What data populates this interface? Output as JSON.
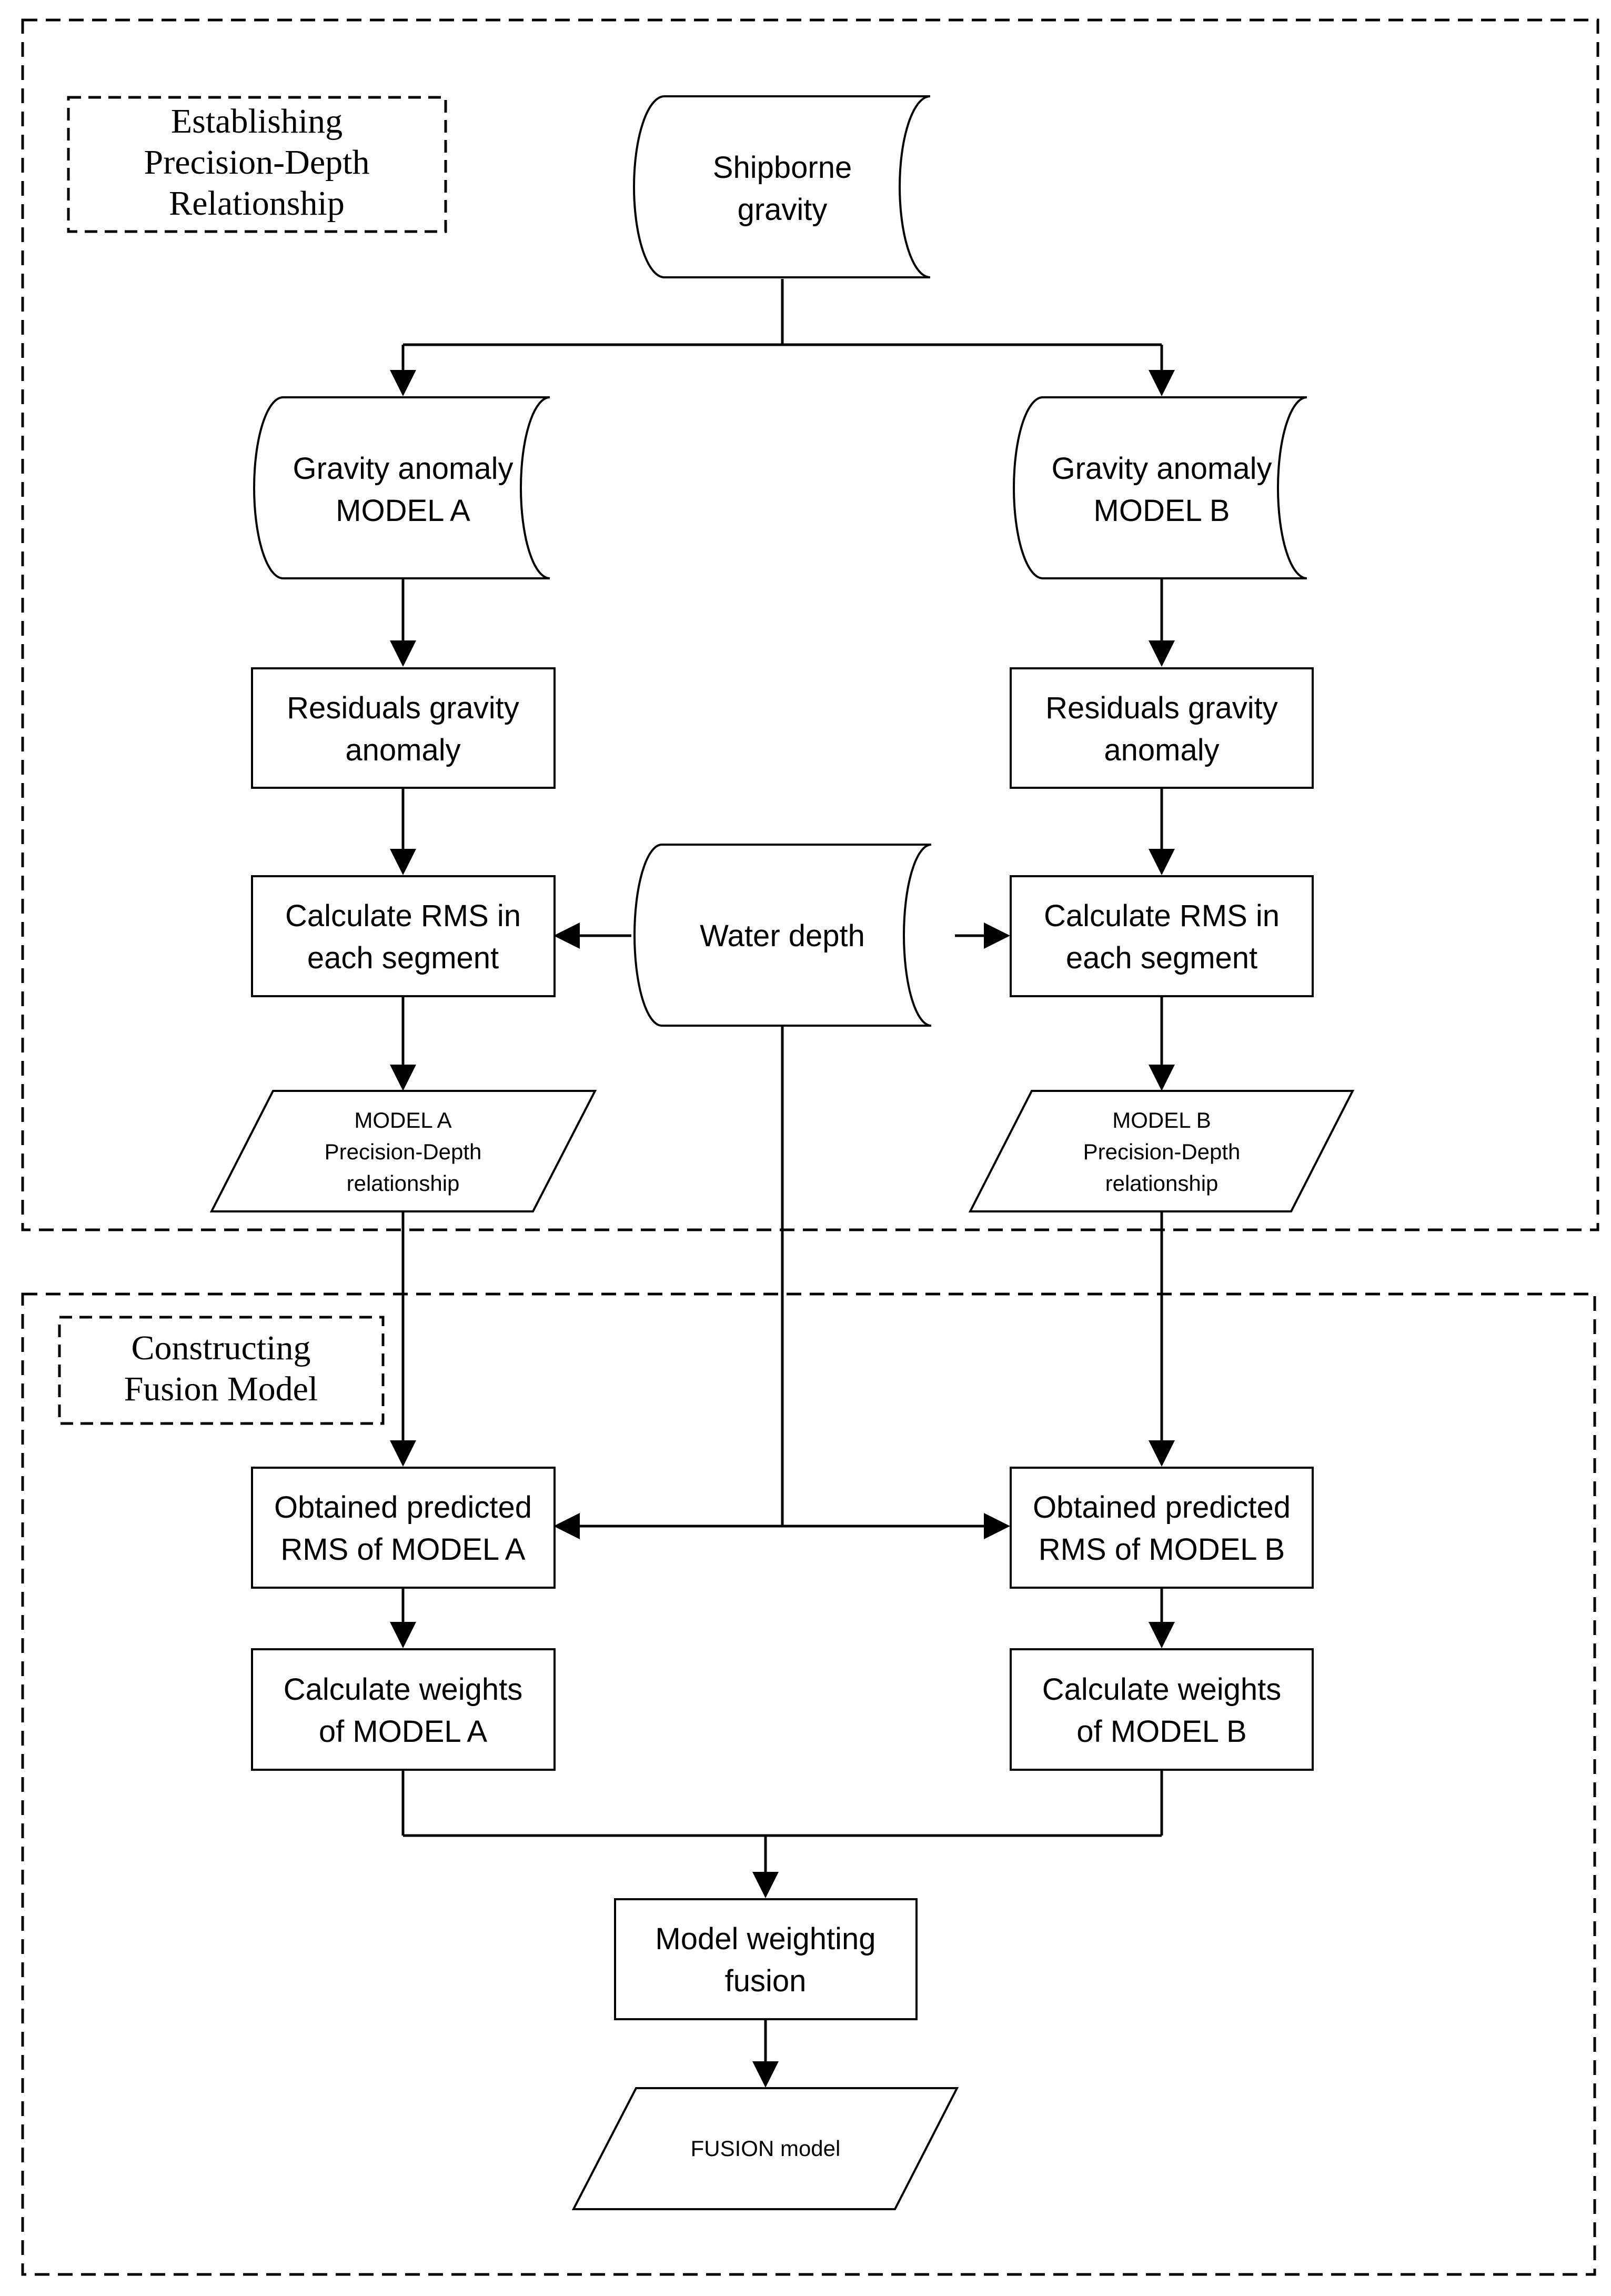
{
  "sections": {
    "establishing": [
      "Establishing",
      "Precision-Depth",
      "Relationship"
    ],
    "constructing": [
      "Constructing",
      "Fusion Model"
    ]
  },
  "nodes": {
    "shipborne": [
      "Shipborne",
      "gravity"
    ],
    "model_a": [
      "Gravity anomaly",
      "MODEL A"
    ],
    "model_b": [
      "Gravity anomaly",
      "MODEL B"
    ],
    "residual_a": [
      "Residuals gravity",
      "anomaly"
    ],
    "residual_b": [
      "Residuals gravity",
      "anomaly"
    ],
    "rms_a": [
      "Calculate RMS in",
      "each segment"
    ],
    "rms_b": [
      "Calculate RMS in",
      "each segment"
    ],
    "water_depth": [
      "Water depth"
    ],
    "pd_a": [
      "MODEL A",
      "Precision-Depth",
      "relationship"
    ],
    "pd_b": [
      "MODEL B",
      "Precision-Depth",
      "relationship"
    ],
    "pred_a": [
      "Obtained predicted",
      "RMS of MODEL A"
    ],
    "pred_b": [
      "Obtained predicted",
      "RMS of MODEL B"
    ],
    "weights_a": [
      "Calculate weights",
      "of MODEL A"
    ],
    "weights_b": [
      "Calculate weights",
      "of MODEL B"
    ],
    "fusion": [
      "Model weighting",
      "fusion"
    ],
    "fusion_model": [
      "FUSION model"
    ]
  }
}
